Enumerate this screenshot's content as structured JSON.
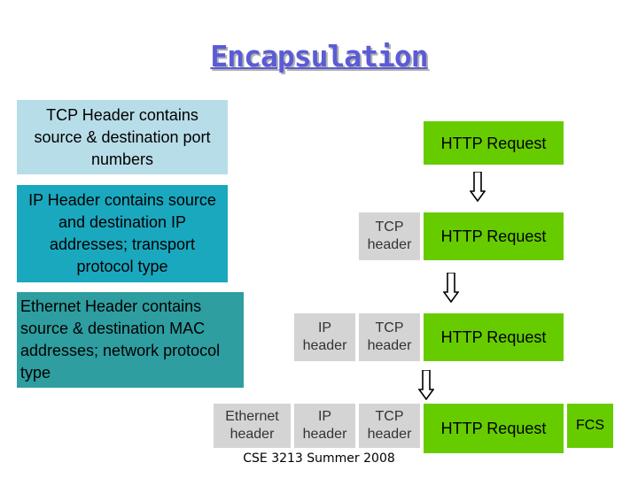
{
  "title": "Encapsulation",
  "notes": {
    "tcp": "TCP Header contains source & destination port numbers",
    "ip": "IP Header contains source and destination IP addresses; transport protocol type",
    "ethernet": "Ethernet Header contains source & destination MAC addresses; network protocol type"
  },
  "labels": {
    "http_request": "HTTP Request",
    "tcp_header": "TCP header",
    "ip_header": "IP header",
    "ethernet_header": "Ethernet header",
    "fcs": "FCS"
  },
  "footer": "CSE 3213 Summer 2008",
  "colors": {
    "title": "#5b5bd6",
    "tcp_note": "#b7dde8",
    "ip_note": "#1aa8bf",
    "ethernet_note": "#2e9ea0",
    "data_box": "#66cc00",
    "header_box": "#d4d4d4"
  }
}
